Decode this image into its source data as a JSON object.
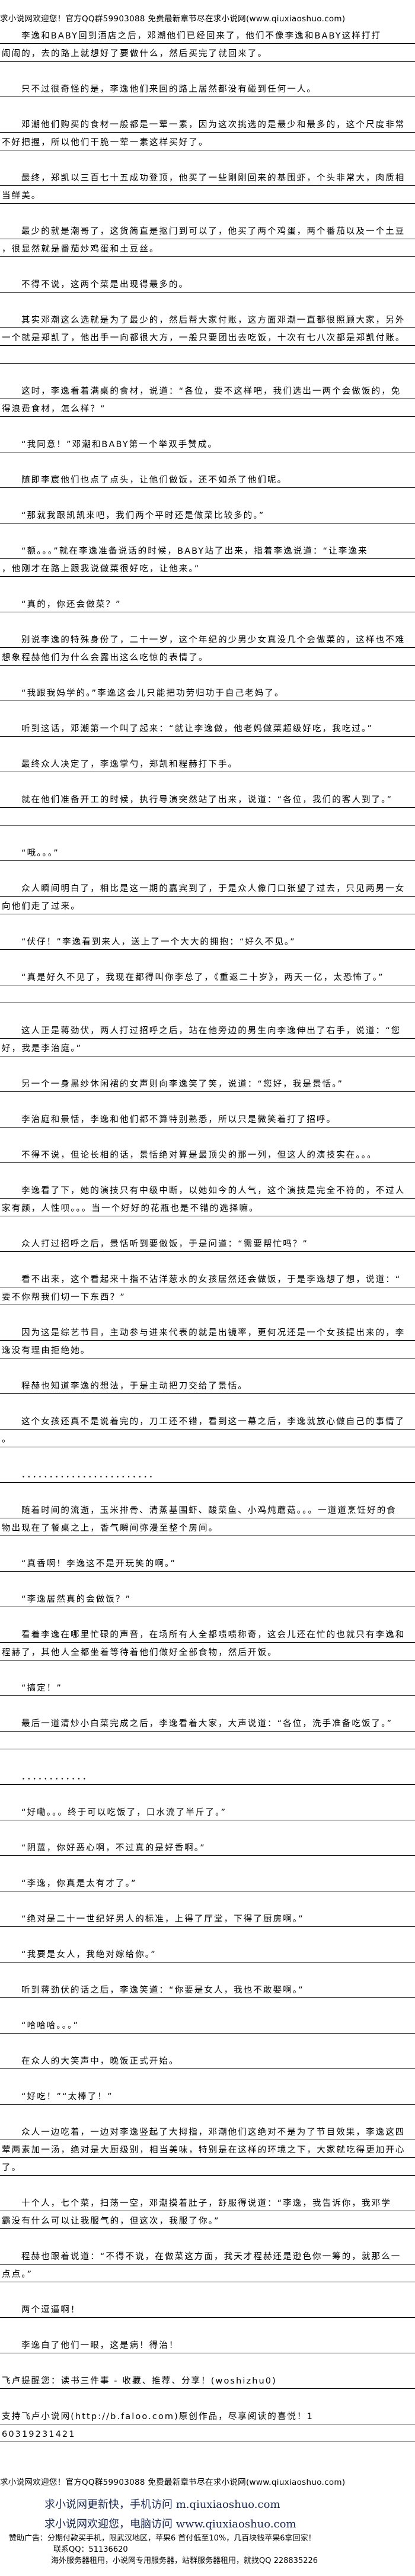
{
  "header": {
    "banner": "求小说网欢迎您！官方QQ群59903088 免费最新章节尽在求小说网(www.qiuxiaoshuo.com)"
  },
  "body": {
    "paragraphs": [
      {
        "lines": [
          "李逸和BABY回到酒店之后，邓潮他们已经回来了，他们不像李逸和BABY这样打打",
          "闹闹的，去的路上就想好了要做什么，然后买完了就回来了。"
        ]
      },
      {
        "lines": [
          "只不过很奇怪的是，李逸他们来回的路上居然都没有碰到任何一人。"
        ]
      },
      {
        "lines": [
          "邓潮他们购买的食材一般都是一荤一素，因为这次挑选的是最少和最多的，这个尺度非常",
          "不好把握，所以他们干脆一荤一素这样买好了。"
        ]
      },
      {
        "lines": [
          "最终，郑凯以三百七十五成功登顶，他买了一些刚刚回来的基围虾，个头非常大，肉质相",
          "当鲜美。"
        ]
      },
      {
        "lines": [
          "最少的就是潮哥了，这货简直是抠门到可以了，他买了两个鸡蛋，两个番茄以及一个土豆",
          "，很显然就是番茄炒鸡蛋和土豆丝。"
        ]
      },
      {
        "lines": [
          "不得不说，这两个菜是出现得最多的。"
        ]
      },
      {
        "lines": [
          "其实邓潮这么选就是为了最少的，然后帮大家付账，这方面邓潮一直都很照顾大家，另外",
          "一个就是郑凯了，他出手一向都很大方，一般只要团出去吃饭，十次有七八次都是郑凯付账。",
          ""
        ]
      },
      {
        "lines": [
          "这时，李逸看着满桌的食材，说道：“各位，要不这样吧，我们选出一两个会做饭的，免",
          "得浪费食材，怎么样？”"
        ]
      },
      {
        "lines": [
          "“我同意！”邓潮和BABY第一个举双手赞成。"
        ]
      },
      {
        "lines": [
          "随即李宸他们也点了点头，让他们做饭，还不如杀了他们呢。"
        ]
      },
      {
        "lines": [
          "“那就我跟凯凯来吧，我们两个平时还是做菜比较多的。”"
        ]
      },
      {
        "lines": [
          "“额。。。”就在李逸准备说话的时候，BABY站了出来，指着李逸说道：“让李逸来",
          "，他刚才在路上跟我说做菜很好吃，让他来。”"
        ]
      },
      {
        "lines": [
          "“真的，你还会做菜？”"
        ]
      },
      {
        "lines": [
          "别说李逸的特殊身份了，二十一岁，这个年纪的少男少女真没几个会做菜的，这样也不难",
          "想象程赫他们为什么会露出这么吃惊的表情了。"
        ]
      },
      {
        "lines": [
          "“我跟我妈学的。”李逸这会儿只能把功劳归功于自己老妈了。"
        ]
      },
      {
        "lines": [
          "听到这话，邓潮第一个叫了起来：“就让李逸做，他老妈做菜超级好吃，我吃过。”"
        ]
      },
      {
        "lines": [
          "最终众人决定了，李逸掌勺，郑凯和程赫打下手。"
        ]
      },
      {
        "lines": [
          "就在他们准备开工的时候，执行导演突然站了出来，说道：“各位，我们的客人到了。”",
          ""
        ]
      },
      {
        "lines": [
          "“哦。。。”"
        ]
      },
      {
        "lines": [
          "众人瞬间明白了，相比是这一期的嘉宾到了，于是众人像门口张望了过去，只见两男一女",
          "向他们走了过来。"
        ]
      },
      {
        "lines": [
          "“伏仔！”李逸看到来人，送上了一个大大的拥抱：“好久不见。”"
        ]
      },
      {
        "lines": [
          "“真是好久不见了，我现在都得叫你李总了，《重返二十岁》，两天一亿，太恐怖了。”",
          ""
        ]
      },
      {
        "lines": [
          "这人正是蒋劲伏，两人打过招呼之后，站在他旁边的男生向李逸伸出了右手，说道：“您",
          "好，我是李治庭。”"
        ]
      },
      {
        "lines": [
          "另一个一身黑纱休闲裙的女声则向李逸笑了笑，说道：“您好，我是景恬。”"
        ]
      },
      {
        "lines": [
          "李治庭和景恬，李逸和他们都不算特别熟悉，所以只是微笑着打了招呼。"
        ]
      },
      {
        "lines": [
          "不得不说，但论长相的话，景恬绝对算是最顶尖的那一列，但这人的演技实在。。。"
        ]
      },
      {
        "lines": [
          "李逸看了下，她的演技只有中级中断，以她如今的人气，这个演技是完全不符的，不过人",
          "家有颜，人性呗。。。当一个好好的花瓶也是不错的选择嘛。"
        ]
      },
      {
        "lines": [
          "众人打过招呼之后，景恬听到要做饭，于是问道：“需要帮忙吗？”"
        ]
      },
      {
        "lines": [
          "看不出来，这个看起来十指不沾洋葱水的女孩居然还会做饭，于是李逸想了想，说道：“",
          "要不你帮我们切一下东西？”"
        ]
      },
      {
        "lines": [
          "因为这是综艺节目，主动参与进来代表的就是出镜率，更何况还是一个女孩提出来的，李",
          "逸没有理由拒绝她。"
        ]
      },
      {
        "lines": [
          "程赫也知道李逸的想法，于是主动把刀交给了景恬。"
        ]
      },
      {
        "lines": [
          "这个女孩还真不是说着完的，刀工还不错，看到这一幕之后，李逸就放心做自己的事情了",
          "。"
        ]
      },
      {
        "lines": [
          "．．．．．．．．．．．．．．．．．．．．．．．．"
        ]
      },
      {
        "lines": [
          "随着时间的流逝，玉米排骨、清蒸基围虾、酸菜鱼、小鸡炖蘑菇。。。一道道烹饪好的食",
          "物出现在了餐桌之上，香气瞬间弥漫至整个房间。"
        ]
      },
      {
        "lines": [
          "“真香啊！李逸这不是开玩笑的啊。”"
        ]
      },
      {
        "lines": [
          "“李逸居然真的会做饭？”"
        ]
      },
      {
        "lines": [
          "看着李逸在哪里忙碌的声音，在场所有人全都啧啧称奇，这会儿还在忙的也就只有李逸和",
          "程赫了，其他人全都坐着等待着他们做好全部食物，然后开饭。"
        ]
      },
      {
        "lines": [
          "“搞定！”"
        ]
      },
      {
        "lines": [
          "最后一道清炒小白菜完成之后，李逸看着大家，大声说道：“各位，洗手准备吃饭了。”",
          ""
        ]
      },
      {
        "lines": [
          "．．．．．．．．．．．．"
        ]
      },
      {
        "lines": [
          "“好嘞。。。终于可以吃饭了，口水流了半斤了。”"
        ]
      },
      {
        "lines": [
          "“阴蓝，你好恶心啊，不过真的是好香啊。”"
        ]
      },
      {
        "lines": [
          "“李逸，你真是太有才了。”"
        ]
      },
      {
        "lines": [
          "“绝对是二十一世纪好男人的标准，上得了厅堂，下得了厨房啊。”"
        ]
      },
      {
        "lines": [
          "“我要是女人，我绝对嫁给你。”"
        ]
      },
      {
        "lines": [
          "听到蒋劲伏的话之后，李逸笑道：“你要是女人，我也不敢娶啊。”"
        ]
      },
      {
        "lines": [
          "“哈哈哈。。。”"
        ]
      },
      {
        "lines": [
          "在众人的大笑声中，晚饭正式开始。"
        ]
      },
      {
        "lines": [
          "“好吃！”“太棒了！”"
        ]
      },
      {
        "lines": [
          "众人一边吃着，一边对李逸竖起了大拇指，邓潮他们这绝对不是为了节目效果，李逸这四",
          "荤两素加一汤，绝对是大厨级别，相当美味，特别是在这样的环境之下，大家就吃得更加开心",
          "了。"
        ]
      },
      {
        "lines": [
          "十个人，七个菜，扫荡一空，邓潮摸着肚子，舒服得说道：“李逸，我告诉你，我邓学",
          "霸没有什么可以让我服气的，但这次，我服了你。”"
        ]
      },
      {
        "lines": [
          "程赫也跟着说道：“不得不说，在做菜这方面，我天才程赫还是逊色你一筹的，就那么一",
          "点点。”"
        ]
      },
      {
        "lines": [
          "两个逗逼啊！"
        ]
      },
      {
        "lines": [
          "李逸白了他们一眼，这是病！得治！"
        ]
      },
      {
        "lines": [
          "飞卢提醒您：读书三件事 - 收藏、推荐、分享！(woshizhu0)"
        ],
        "noindent": true
      },
      {
        "lines": [
          "支持飞卢小说网(http://b.faloo.com)原创作品，尽享阅读的喜悦！1",
          "60319231421"
        ],
        "noindent": true
      }
    ]
  },
  "footer": {
    "banner": "求小说网欢迎您！官方QQ群59903088 免费最新章节尽在求小说网(www.qiuxiaoshuo.com)",
    "promo_mobile": "求小说网更新快，手机访问 m.qiuxiaoshuo.com",
    "promo_pc": "求小说网欢迎您，电脑访问 www.qiuxiaoshuo.com",
    "ad_sponsor": "赞助广告：分期付款买手机，限武汉地区，苹果6 首付低至10%，几百块钱苹果6拿回家！",
    "ad_contact": "联系QQ：51136620",
    "ad_server": "海外服务器租用，小说网专用服务器，站群服务器租用，就找QQ 228835226"
  },
  "colors": {
    "text": "#000000",
    "promo": "#1b2a55",
    "rule": "#000000"
  }
}
